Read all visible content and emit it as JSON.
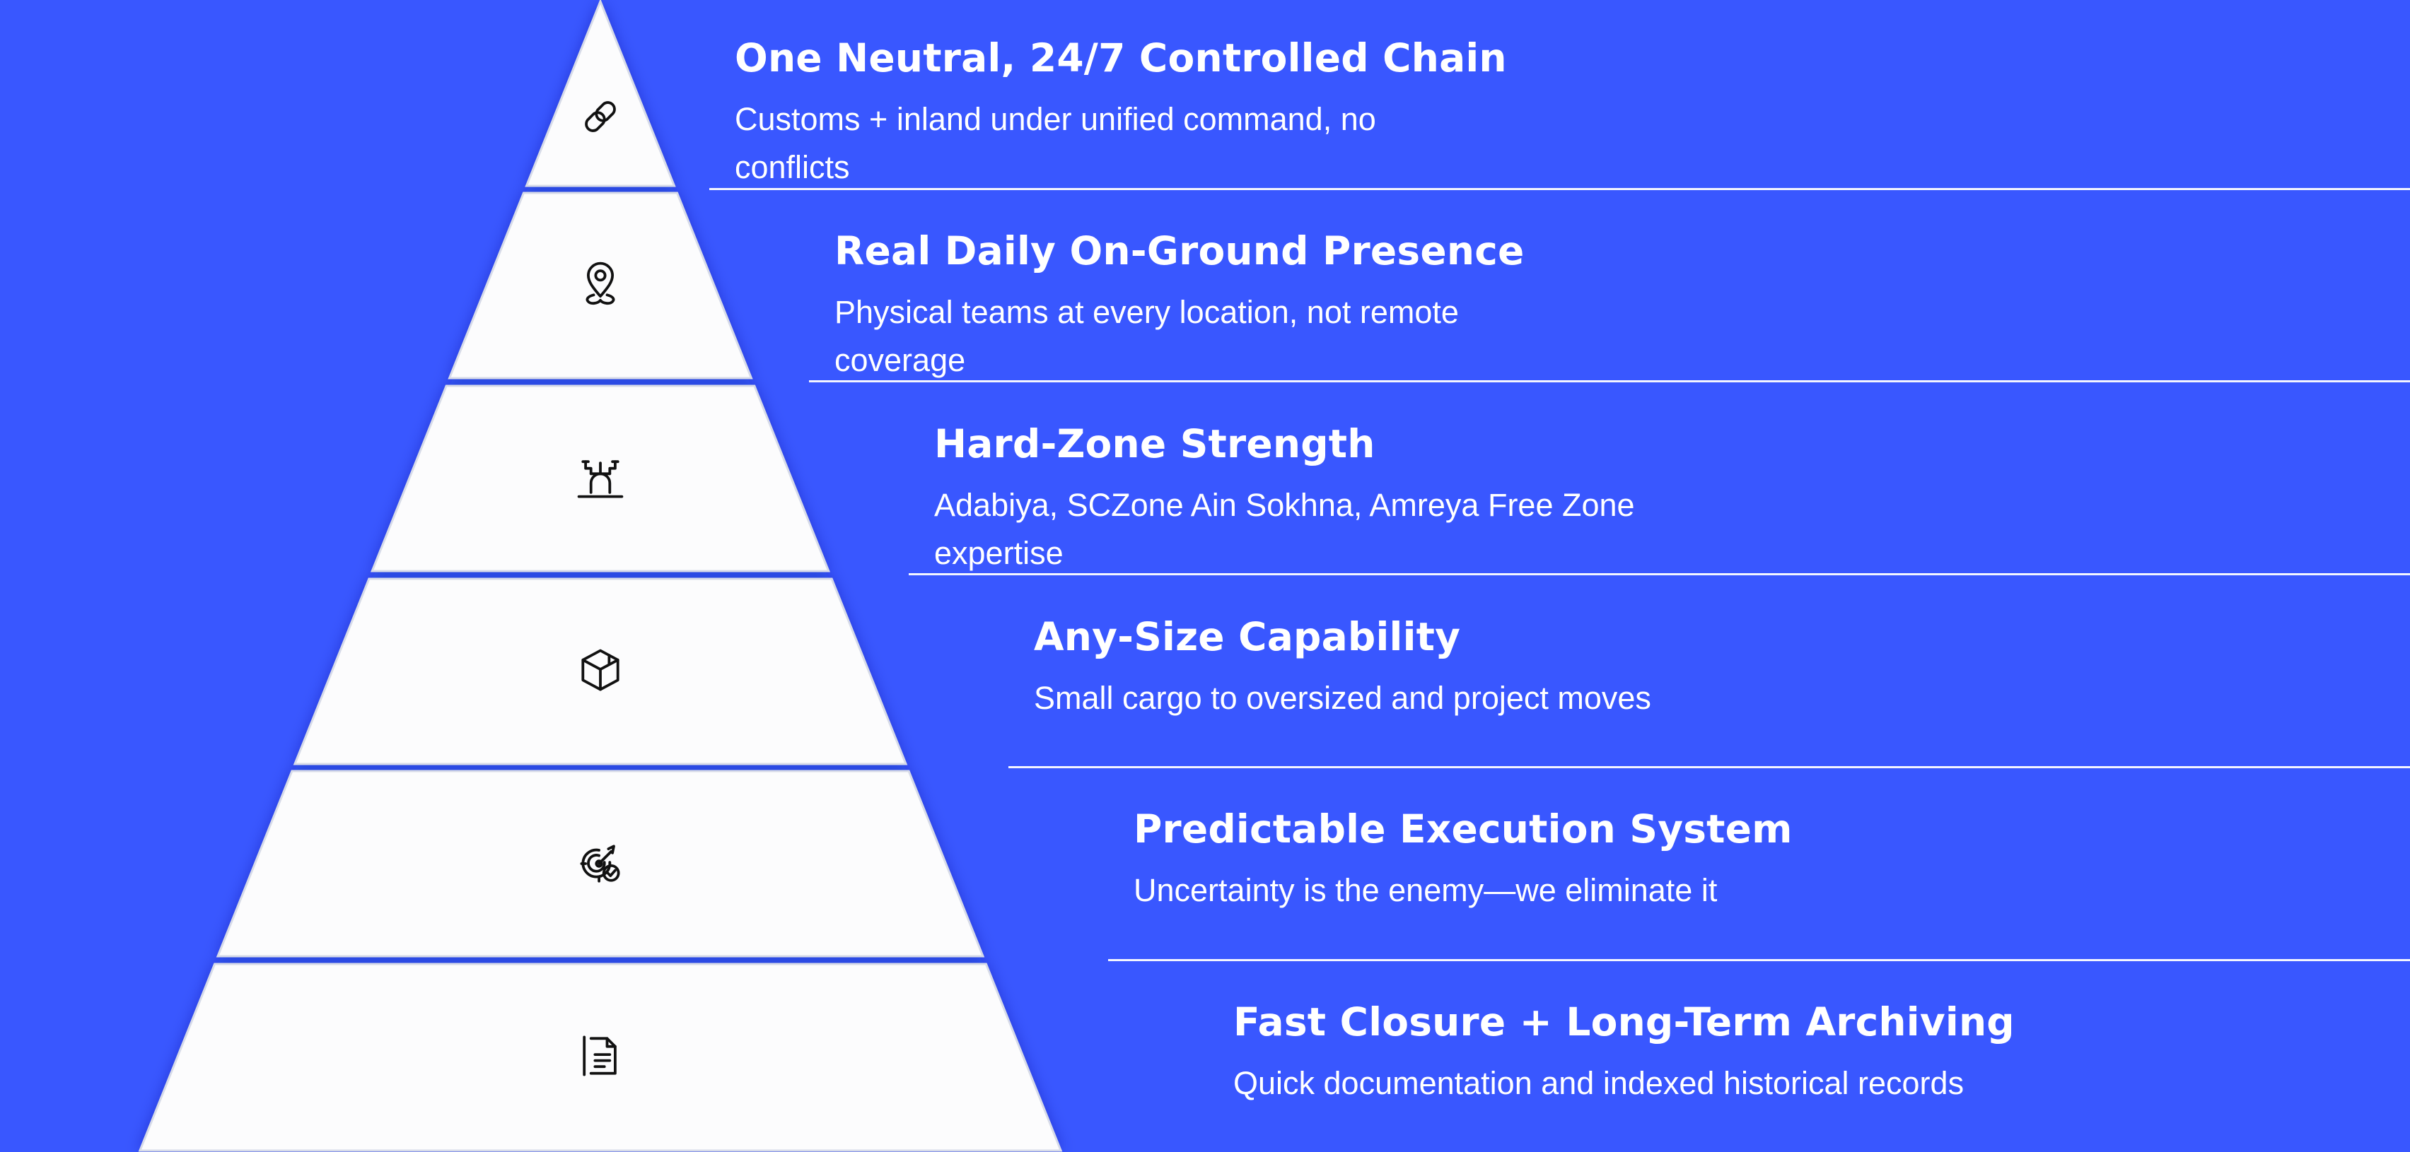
{
  "tiers": [
    {
      "title": "One Neutral, 24/7 Controlled Chain",
      "desc": "Customs + inland under unified command, no conflicts",
      "icon": "link-icon"
    },
    {
      "title": "Real Daily On-Ground Presence",
      "desc": "Physical teams at every location, not remote coverage",
      "icon": "location-pin-icon"
    },
    {
      "title": "Hard-Zone Strength",
      "desc": "Adabiya, SCZone Ain Sokhna, Amreya Free Zone expertise",
      "icon": "crane-icon"
    },
    {
      "title": "Any-Size Capability",
      "desc": "Small cargo to oversized and project moves",
      "icon": "package-box-icon"
    },
    {
      "title": "Predictable Execution System",
      "desc": "Uncertainty is the enemy—we eliminate it",
      "icon": "target-check-icon"
    },
    {
      "title": "Fast Closure + Long-Term Archiving",
      "desc": "Quick documentation and indexed historical records",
      "icon": "document-icon"
    }
  ],
  "colors": {
    "background": "#3957ff",
    "pyramid_fill": "#fcfcfd",
    "text": "#ffffff",
    "icon_stroke": "#111111"
  }
}
